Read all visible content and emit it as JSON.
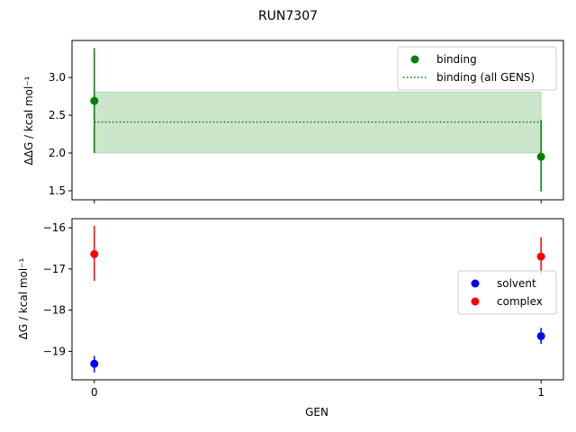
{
  "chart_data": [
    {
      "type": "scatter",
      "title": "RUN7307",
      "xlabel": "",
      "ylabel": "ΔΔG / kcal mol⁻¹",
      "xlim": [
        -0.05,
        1.05
      ],
      "ylim": [
        1.38,
        3.49
      ],
      "yticks": [
        "1.5",
        "2.0",
        "2.5",
        "3.0"
      ],
      "ytick_values": [
        1.5,
        2.0,
        2.5,
        3.0
      ],
      "xticks": [
        0,
        1
      ],
      "legend": "top-right",
      "series": [
        {
          "name": "binding",
          "color": "#008000",
          "x": [
            0,
            1
          ],
          "y": [
            2.69,
            1.95
          ],
          "yerr_low": [
            2.0,
            1.49
          ],
          "yerr_high": [
            3.39,
            2.44
          ]
        }
      ],
      "reference": {
        "name": "binding (all GENS)",
        "color": "#008000",
        "value": 2.41,
        "band": [
          2.0,
          2.81
        ],
        "style": "dotted"
      }
    },
    {
      "type": "scatter",
      "xlabel": "GEN",
      "ylabel": "ΔG / kcal mol⁻¹",
      "xlim": [
        -0.05,
        1.05
      ],
      "ylim": [
        -19.69,
        -15.78
      ],
      "yticks": [
        "−19",
        "−18",
        "−17",
        "−16"
      ],
      "ytick_values": [
        -19,
        -18,
        -17,
        -16
      ],
      "xticks": [
        "0",
        "1"
      ],
      "xtick_values": [
        0,
        1
      ],
      "legend": "center-right",
      "series": [
        {
          "name": "solvent",
          "color": "#0000ff",
          "x": [
            0,
            1
          ],
          "y": [
            -19.3,
            -18.63
          ],
          "yerr_low": [
            -19.51,
            -18.82
          ],
          "yerr_high": [
            -19.11,
            -18.43
          ]
        },
        {
          "name": "complex",
          "color": "#ff0000",
          "x": [
            0,
            1
          ],
          "y": [
            -16.64,
            -16.7
          ],
          "yerr_low": [
            -17.29,
            -17.13
          ],
          "yerr_high": [
            -15.95,
            -16.23
          ]
        }
      ]
    }
  ]
}
